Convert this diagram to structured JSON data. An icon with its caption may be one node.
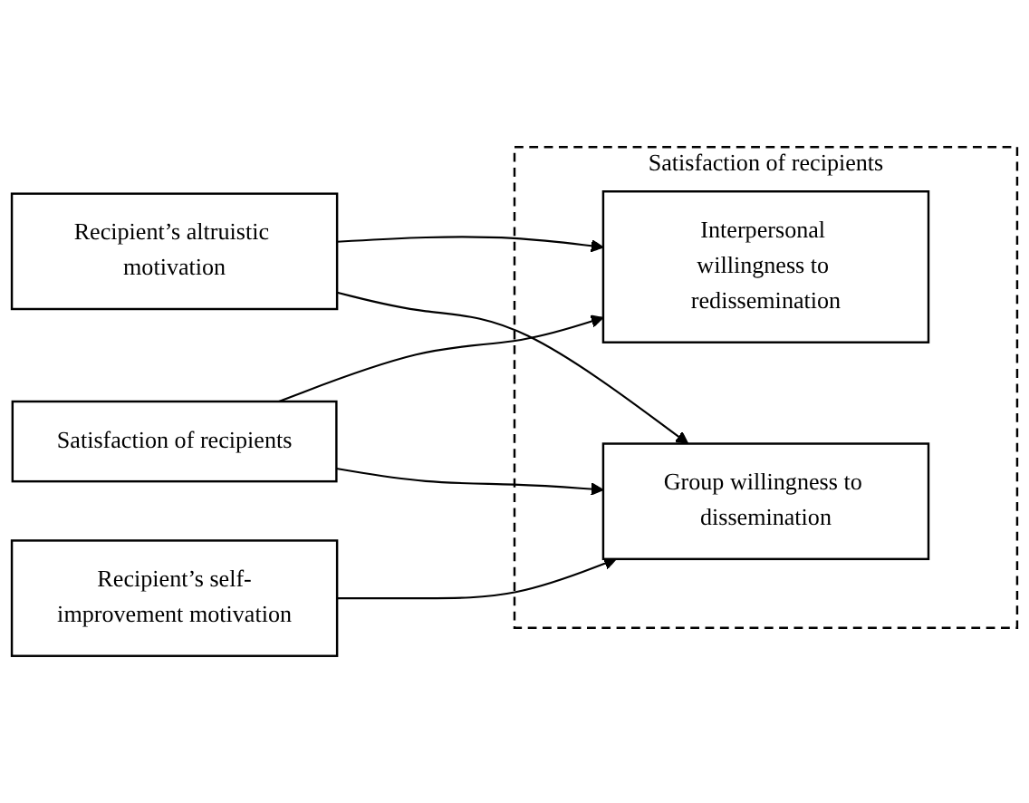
{
  "diagram": {
    "nodes": [
      {
        "text": [
          "Recipient’s altruistic motivation"
        ]
      },
      {
        "text": [
          "Recipient’s self-improvement motivation"
        ]
      },
      {
        "text": [
          "Satisfaction of recipients"
        ]
      },
      {
        "text": [
          "Satisfaction of recipients"
        ]
      },
      {
        "text": [
          "Interpersonal willingness to redissemination"
        ],
        "in": 3
      },
      {
        "text": [
          "Group willingness to dissemination"
        ],
        "in": 3
      }
    ],
    "edges": [
      {
        "from": 0,
        "to": 4,
        "arrow": "to"
      },
      {
        "from": 0,
        "to": 5,
        "arrow": "to"
      },
      {
        "from": 1,
        "to": 5,
        "arrow": "to"
      },
      {
        "from": 2,
        "to": 4,
        "arrow": "to"
      },
      {
        "from": 2,
        "to": 5,
        "arrow": "to"
      }
    ]
  }
}
